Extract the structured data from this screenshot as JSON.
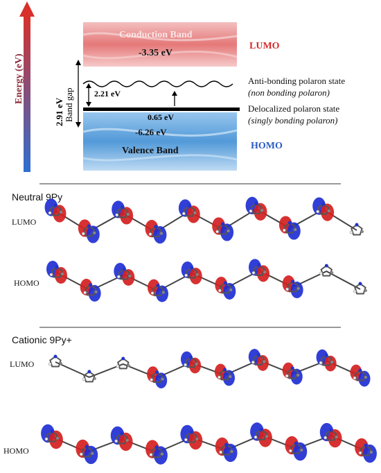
{
  "band_diagram": {
    "energy_axis_label": "Energy (eV)",
    "band_gap_value": "2.91 eV",
    "band_gap_label": "Band gap",
    "conduction_band_label": "Conduction Band",
    "lumo_energy": "-3.35 eV",
    "lumo_label": "LUMO",
    "antibonding_label": "Anti-bonding polaron state",
    "antibonding_sublabel": "(non bonding polaron)",
    "small_gap": "2.21 eV",
    "polaron_gap": "0.65 eV",
    "delocalized_label": "Delocalized polaron state",
    "delocalized_sublabel": "(singly bonding polaron)",
    "homo_energy": "-6.26 eV",
    "valence_band_label": "Valence Band",
    "homo_label": "HOMO",
    "colors": {
      "lumo": "#d42b2b",
      "homo": "#2a5bc4",
      "axis_top": "#d8302a",
      "axis_bottom": "#2f6fd0"
    }
  },
  "neutral_section": {
    "title": "Neutral 9Py",
    "lumo_label": "LUMO",
    "homo_label": "HOMO"
  },
  "cationic_section": {
    "title": "Cationic 9Py+",
    "lumo_label": "LUMO",
    "homo_label": "HOMO"
  },
  "orbital_colors": {
    "positive": "#d41f1f",
    "negative": "#1f2fd4"
  }
}
